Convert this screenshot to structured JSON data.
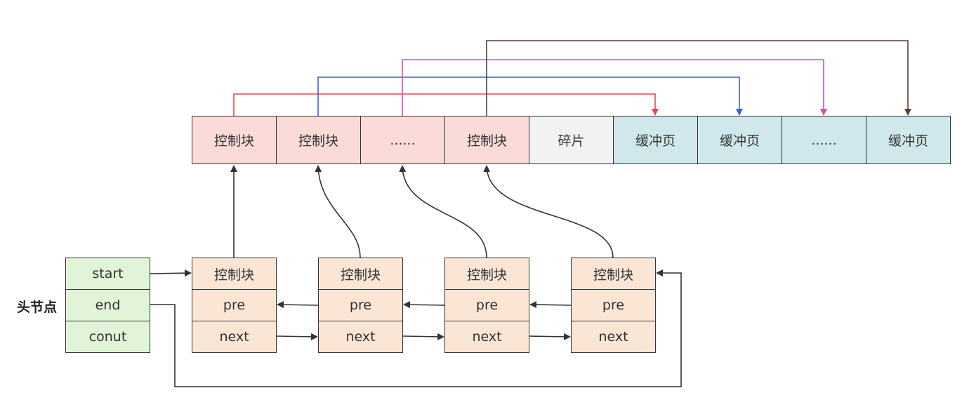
{
  "memory_row": [
    {
      "label": "控制块",
      "kind": "control"
    },
    {
      "label": "控制块",
      "kind": "control"
    },
    {
      "label": "......",
      "kind": "control"
    },
    {
      "label": "控制块",
      "kind": "control"
    },
    {
      "label": "碎片",
      "kind": "fragment"
    },
    {
      "label": "缓冲页",
      "kind": "buffer"
    },
    {
      "label": "缓冲页",
      "kind": "buffer"
    },
    {
      "label": "......",
      "kind": "buffer"
    },
    {
      "label": "缓冲页",
      "kind": "buffer"
    }
  ],
  "head_node": {
    "label": "头节点",
    "fields": [
      "start",
      "end",
      "conut"
    ]
  },
  "list_nodes": [
    {
      "title": "控制块",
      "prev": "pre",
      "next": "next"
    },
    {
      "title": "控制块",
      "prev": "pre",
      "next": "next"
    },
    {
      "title": "控制块",
      "prev": "pre",
      "next": "next"
    },
    {
      "title": "控制块",
      "prev": "pre",
      "next": "next"
    }
  ],
  "colors": {
    "control": "#fadbd8",
    "fragment": "#f2f2f2",
    "buffer": "#d0e8ec",
    "head": "#e2f4d8",
    "node": "#fbe6d5",
    "link_red": "#e04b4b",
    "link_blue": "#3d5fe0",
    "link_pink": "#e04ba8",
    "link_brown": "#5b3d36"
  }
}
